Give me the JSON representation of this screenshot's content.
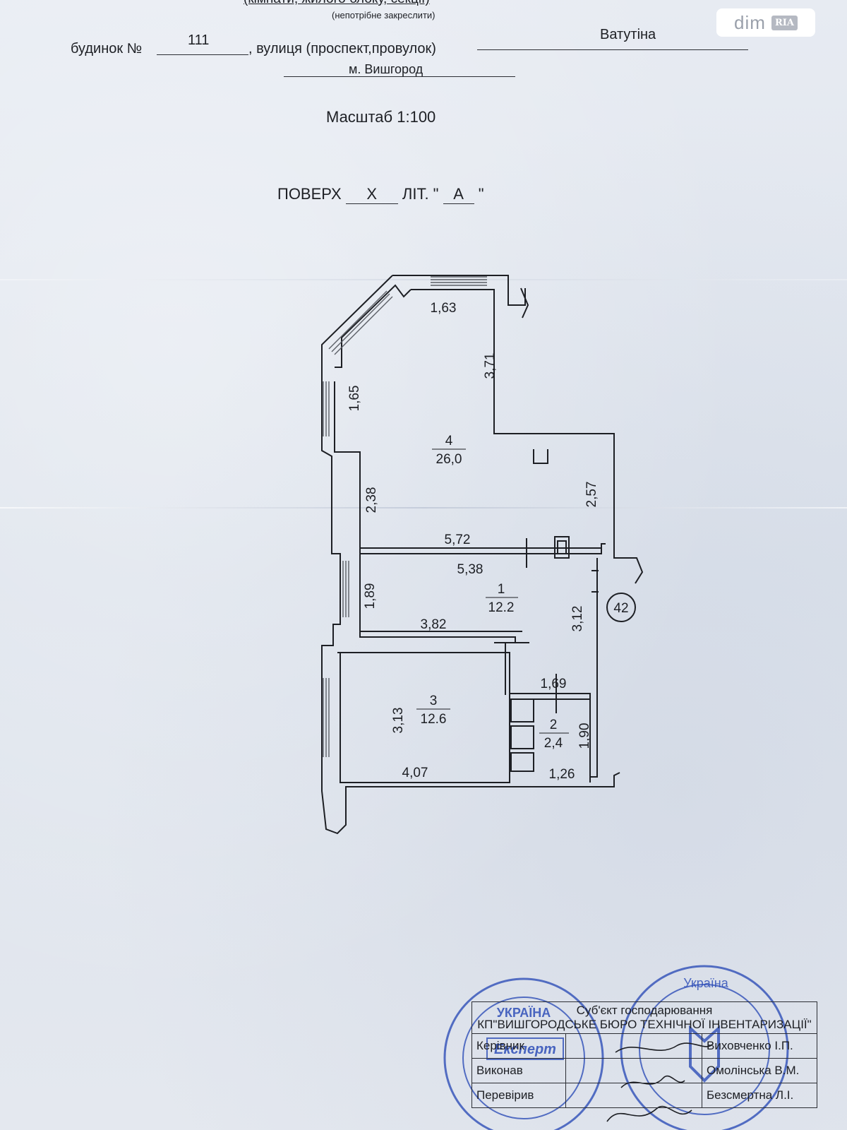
{
  "header": {
    "top_line": "(кімнати, жилого блоку, секції)",
    "sub_line": "(непотрібне закреслити)",
    "house_label": "будинок №",
    "house_number": "111",
    "street_label": ", вулиця (проспект,провулок)",
    "street_name": "Ватутіна",
    "city": "м. Вишгород",
    "scale": "Масштаб 1:100",
    "floor_label": "ПОВЕРХ",
    "floor_value": "X",
    "letter_label": "ЛІТ. \"",
    "letter_value": "A",
    "letter_close": "\""
  },
  "watermark": {
    "brand_left": "dim",
    "brand_right": "RIA"
  },
  "floor_plan": {
    "rooms": [
      {
        "number": "4",
        "area": "26,0"
      },
      {
        "number": "1",
        "area": "12.2"
      },
      {
        "number": "3",
        "area": "12.6"
      },
      {
        "number": "2",
        "area": "2,4"
      }
    ],
    "dimensions": {
      "d163": "1,63",
      "d371": "3,71",
      "d165": "1,65",
      "d238": "2,38",
      "d257": "2,57",
      "d572": "5,72",
      "d538": "5,38",
      "d189": "1,89",
      "d382": "3,82",
      "d312": "3,12",
      "d169": "1,69",
      "d313": "3,13",
      "d190": "1,90",
      "d407": "4,07",
      "d126": "1,26"
    },
    "apartment_number": "42"
  },
  "stamp": {
    "entity_label": "Суб'єкт господарювання",
    "entity_name": "КП\"ВИШГОРОДСЬКЕ БЮРО ТЕХНІЧНОЇ ІНВЕНТАРИЗАЦІЇ\"",
    "rows": [
      {
        "role": "Керівник",
        "name": "Виховченко І.П."
      },
      {
        "role": "Виконав",
        "name": "Омолінська В.М."
      },
      {
        "role": "Перевірив",
        "name": "Безсмертна Л.І."
      }
    ],
    "seal_left_title": "УКРАЇНА",
    "seal_left_role": "Експерт",
    "seal_right_title": "Україна"
  },
  "colors": {
    "ink": "#1d1f24",
    "stamp_blue": "#2f4fb8",
    "window": "#5b5f66"
  }
}
